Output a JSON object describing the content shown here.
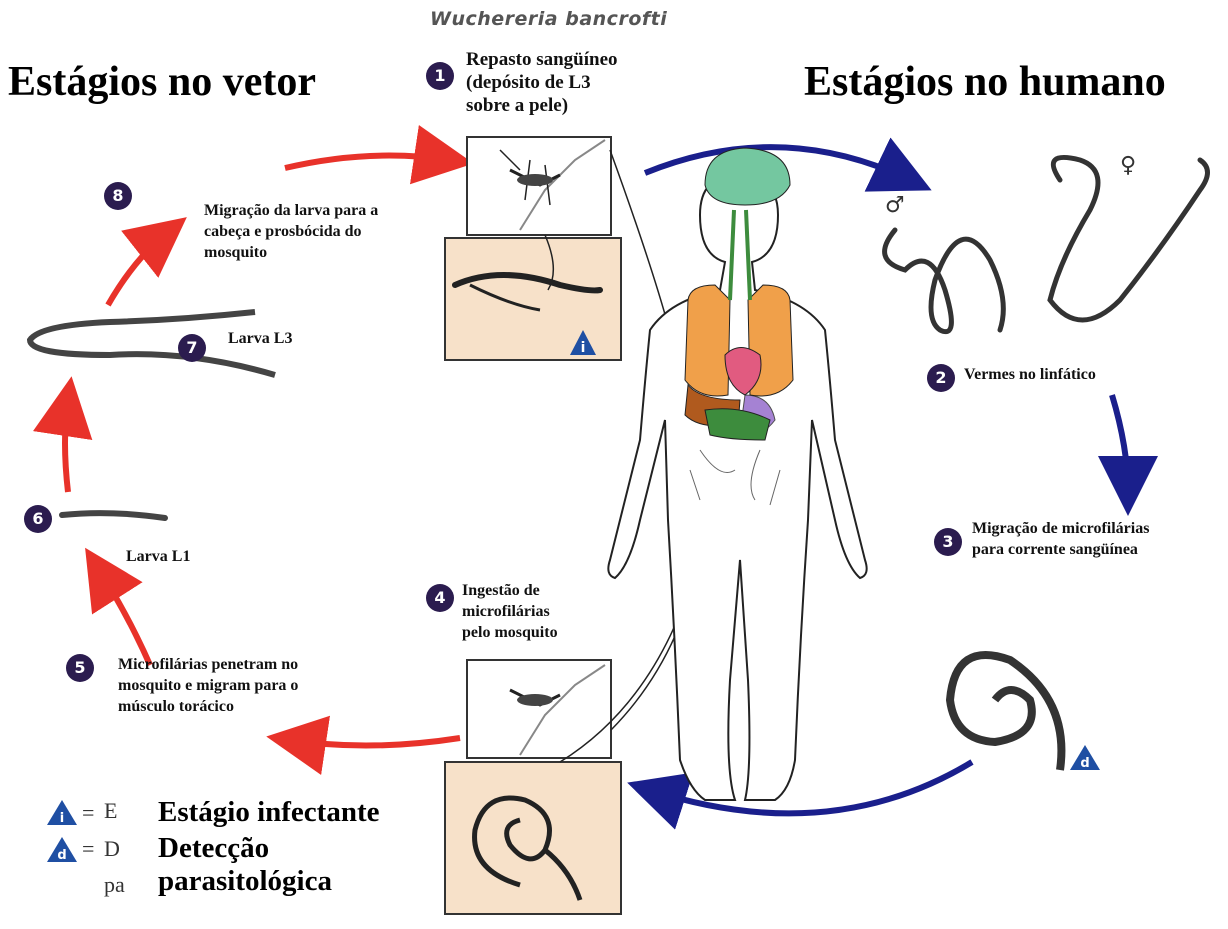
{
  "species_title": "Wuchereria bancrofti",
  "vector_title": "Estágios no vetor",
  "human_title": "Estágios no humano",
  "steps": [
    {
      "num": "1",
      "text": "Repasto sangüíneo\n(depósito de L3\nsobre a pele)"
    },
    {
      "num": "2",
      "text": "Vermes no linfático"
    },
    {
      "num": "3",
      "text": "Migração de microfilárias\npara corrente sangüínea"
    },
    {
      "num": "4",
      "text": "Ingestão de\nmicrofilárias\npelo mosquito"
    },
    {
      "num": "5",
      "text": "Microfilárias penetram no\nmosquito e migram para o\nmúsculo torácico"
    },
    {
      "num": "6",
      "text": "Larva L1"
    },
    {
      "num": "7",
      "text": "Larva L3"
    },
    {
      "num": "8",
      "text": "Migração da larva para a\ncabeça e prosbócida do\nmosquito"
    }
  ],
  "legend": [
    {
      "symbol": "i",
      "letter_fragment": "E",
      "text": "Estágio infectante"
    },
    {
      "symbol": "d",
      "letter_fragment": "D",
      "text": "Detecção\nparasitológica",
      "extra_fragment": "pa"
    }
  ],
  "colors": {
    "red_arrow": "#e8322a",
    "blue_arrow": "#1a1f8c",
    "step_circle": "#2b1c4f",
    "panel_fill": "#f7e1c9",
    "legend_triangle": "#1f4fa3",
    "lung": "#f0a04a",
    "brain": "#74c7a0",
    "liver": "#b05a1e",
    "stomach": "#e15b80",
    "intestine": "#3d8c3d"
  }
}
